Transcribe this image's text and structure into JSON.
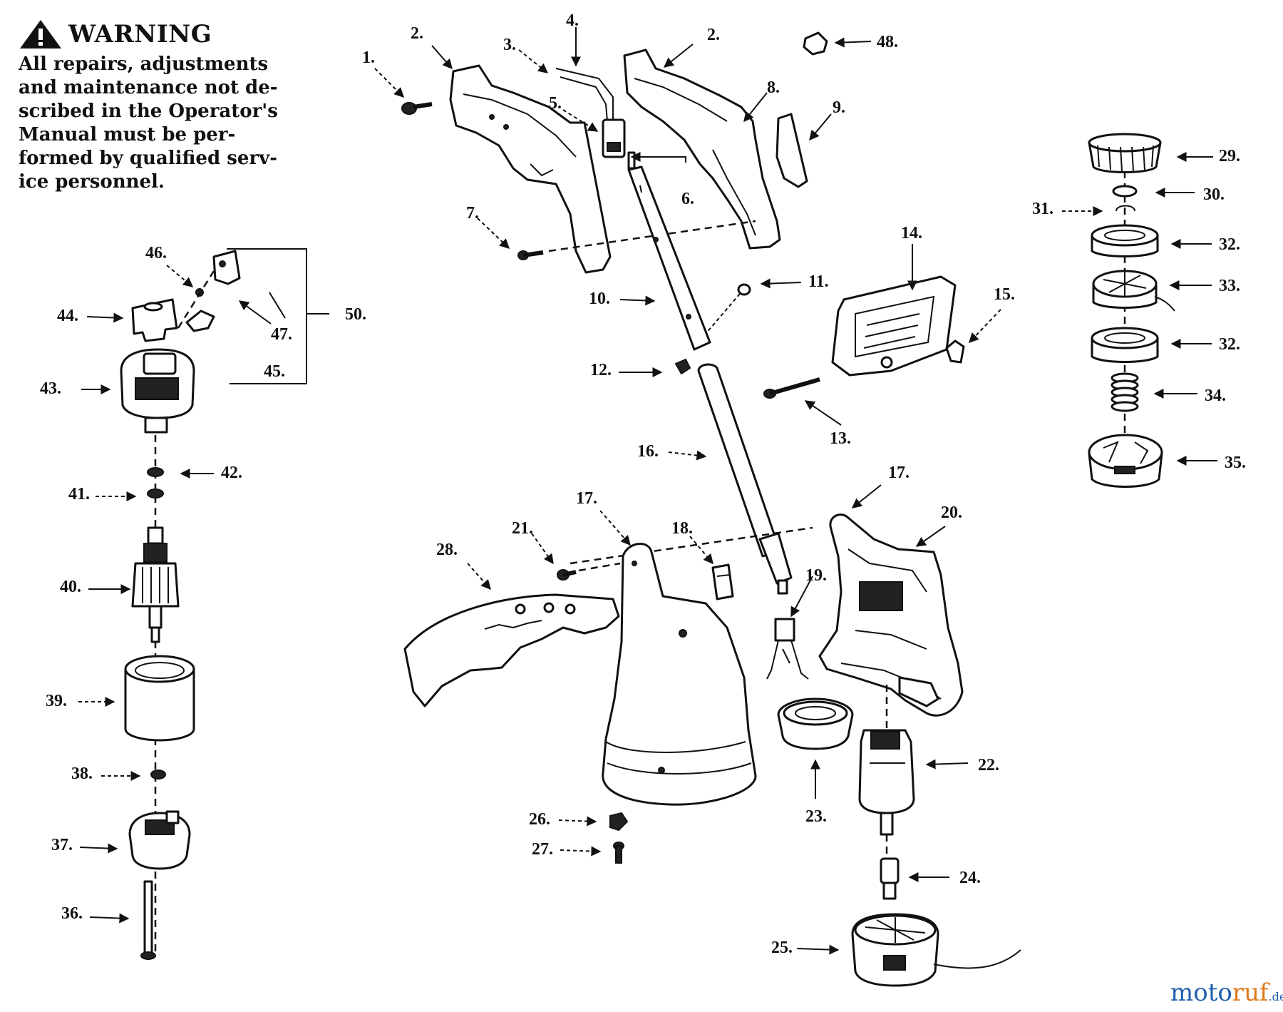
{
  "warning": {
    "title": "WARNING",
    "lines": [
      "All repairs, adjustments",
      "and maintenance not de-",
      "scribed in the Operator's",
      "Manual must be per-",
      "formed by qualified serv-",
      "ice personnel."
    ]
  },
  "callouts": [
    {
      "id": "c1",
      "text": "1."
    },
    {
      "id": "c2a",
      "text": "2."
    },
    {
      "id": "c2b",
      "text": "2."
    },
    {
      "id": "c3",
      "text": "3."
    },
    {
      "id": "c4",
      "text": "4."
    },
    {
      "id": "c5",
      "text": "5."
    },
    {
      "id": "c6",
      "text": "6."
    },
    {
      "id": "c7",
      "text": "7."
    },
    {
      "id": "c8",
      "text": "8."
    },
    {
      "id": "c9",
      "text": "9."
    },
    {
      "id": "c10",
      "text": "10."
    },
    {
      "id": "c11",
      "text": "11."
    },
    {
      "id": "c12",
      "text": "12."
    },
    {
      "id": "c13",
      "text": "13."
    },
    {
      "id": "c14",
      "text": "14."
    },
    {
      "id": "c15",
      "text": "15."
    },
    {
      "id": "c16",
      "text": "16."
    },
    {
      "id": "c17a",
      "text": "17."
    },
    {
      "id": "c17b",
      "text": "17."
    },
    {
      "id": "c18",
      "text": "18."
    },
    {
      "id": "c19",
      "text": "19."
    },
    {
      "id": "c20",
      "text": "20."
    },
    {
      "id": "c21",
      "text": "21."
    },
    {
      "id": "c22",
      "text": "22."
    },
    {
      "id": "c23",
      "text": "23."
    },
    {
      "id": "c24",
      "text": "24."
    },
    {
      "id": "c25",
      "text": "25."
    },
    {
      "id": "c26",
      "text": "26."
    },
    {
      "id": "c27",
      "text": "27."
    },
    {
      "id": "c28",
      "text": "28."
    },
    {
      "id": "c29",
      "text": "29."
    },
    {
      "id": "c30",
      "text": "30."
    },
    {
      "id": "c31",
      "text": "31."
    },
    {
      "id": "c32a",
      "text": "32."
    },
    {
      "id": "c32b",
      "text": "32."
    },
    {
      "id": "c33",
      "text": "33."
    },
    {
      "id": "c34",
      "text": "34."
    },
    {
      "id": "c35",
      "text": "35."
    },
    {
      "id": "c36",
      "text": "36."
    },
    {
      "id": "c37",
      "text": "37."
    },
    {
      "id": "c38",
      "text": "38."
    },
    {
      "id": "c39",
      "text": "39."
    },
    {
      "id": "c40",
      "text": "40."
    },
    {
      "id": "c41",
      "text": "41."
    },
    {
      "id": "c42",
      "text": "42."
    },
    {
      "id": "c43",
      "text": "43."
    },
    {
      "id": "c44",
      "text": "44."
    },
    {
      "id": "c45",
      "text": "45."
    },
    {
      "id": "c46",
      "text": "46."
    },
    {
      "id": "c47",
      "text": "47."
    },
    {
      "id": "c48",
      "text": "48."
    },
    {
      "id": "c50",
      "text": "50."
    }
  ],
  "watermark": {
    "part1": "moto",
    "part2": "ruf",
    "part3": ".de"
  }
}
